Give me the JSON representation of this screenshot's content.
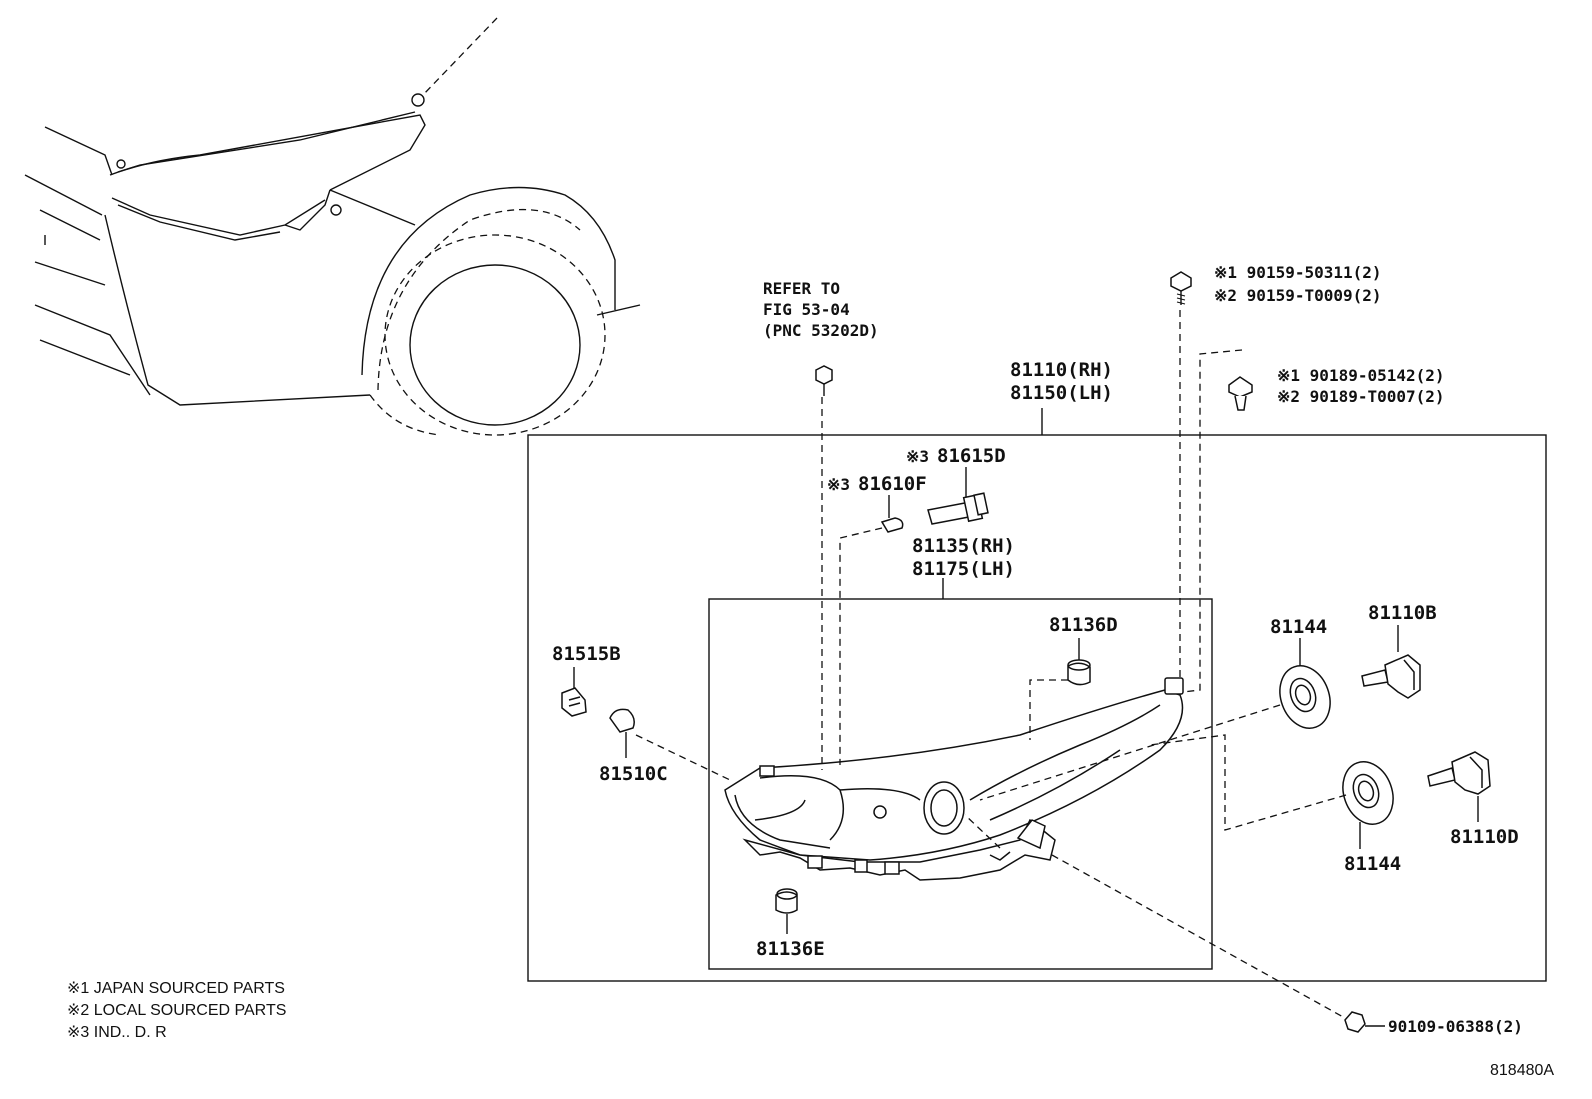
{
  "callouts": {
    "refer_line1": "REFER TO",
    "refer_line2": "FIG 53-04",
    "refer_line3": "(PNC 53202D)",
    "p81110_rh": "81110(RH)",
    "p81150_lh": "81150(LH)",
    "p81135_rh": "81135(RH)",
    "p81175_lh": "81175(LH)",
    "p81615d_mark": "※3",
    "p81615d": "81615D",
    "p81610f_mark": "※3",
    "p81610f": "81610F",
    "p81515b": "81515B",
    "p81510c": "81510C",
    "p81136d": "81136D",
    "p81136e": "81136E",
    "p81144_upper": "81144",
    "p81144_lower": "81144",
    "p81110b": "81110B",
    "p81110d": "81110D",
    "screw_a1": "※1 90159-50311(2)",
    "screw_a2": "※2 90159-T0009(2)",
    "clip_b1": "※1 90189-05142(2)",
    "clip_b2": "※2 90189-T0007(2)",
    "bolt": "90109-06388(2)"
  },
  "legend": {
    "note1": "※1 JAPAN SOURCED PARTS",
    "note2": "※2 LOCAL SOURCED PARTS",
    "note3": "※3  IND.. D. R"
  },
  "figure_id": "818480A"
}
